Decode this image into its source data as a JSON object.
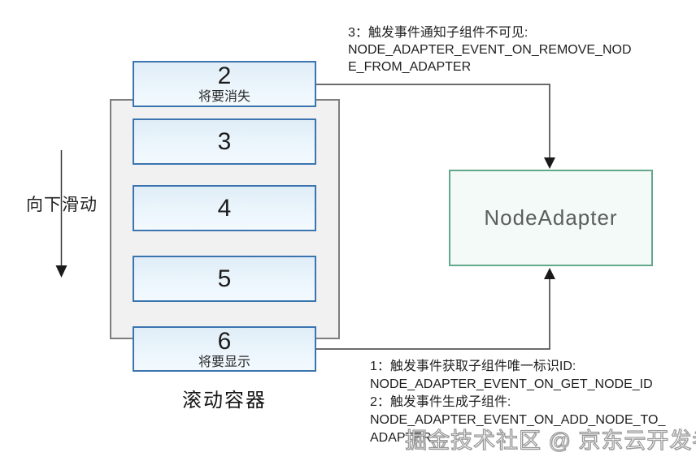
{
  "diagram": {
    "swipe_label": "向下滑动",
    "container_label": "滚动容器",
    "adapter_label": "NodeAdapter",
    "items": [
      {
        "number": "2",
        "note": "将要消失"
      },
      {
        "number": "3",
        "note": ""
      },
      {
        "number": "4",
        "note": ""
      },
      {
        "number": "5",
        "note": ""
      },
      {
        "number": "6",
        "note": "将要显示"
      }
    ],
    "annotation_top": [
      "3：触发事件通知子组件不可见:",
      "NODE_ADAPTER_EVENT_ON_REMOVE_NOD",
      "E_FROM_ADAPTER"
    ],
    "annotation_bottom": [
      "1：触发事件获取子组件唯一标识ID:",
      "NODE_ADAPTER_EVENT_ON_GET_NODE_ID",
      "2：触发事件生成子组件:",
      "NODE_ADAPTER_EVENT_ON_ADD_NODE_TO_",
      "ADAPTER"
    ],
    "watermark": "掘金技术社区 @ 京东云开发者",
    "colors": {
      "item_border": "#3c74b0",
      "item_fill": "#eef7fd",
      "container_border": "#7e7e7e",
      "container_fill": "#f1f1f1",
      "adapter_border": "#63a88d",
      "adapter_fill": "#f3faf7",
      "adapter_text": "#5a5e5e",
      "connector_line": "#3a3a3a"
    }
  }
}
